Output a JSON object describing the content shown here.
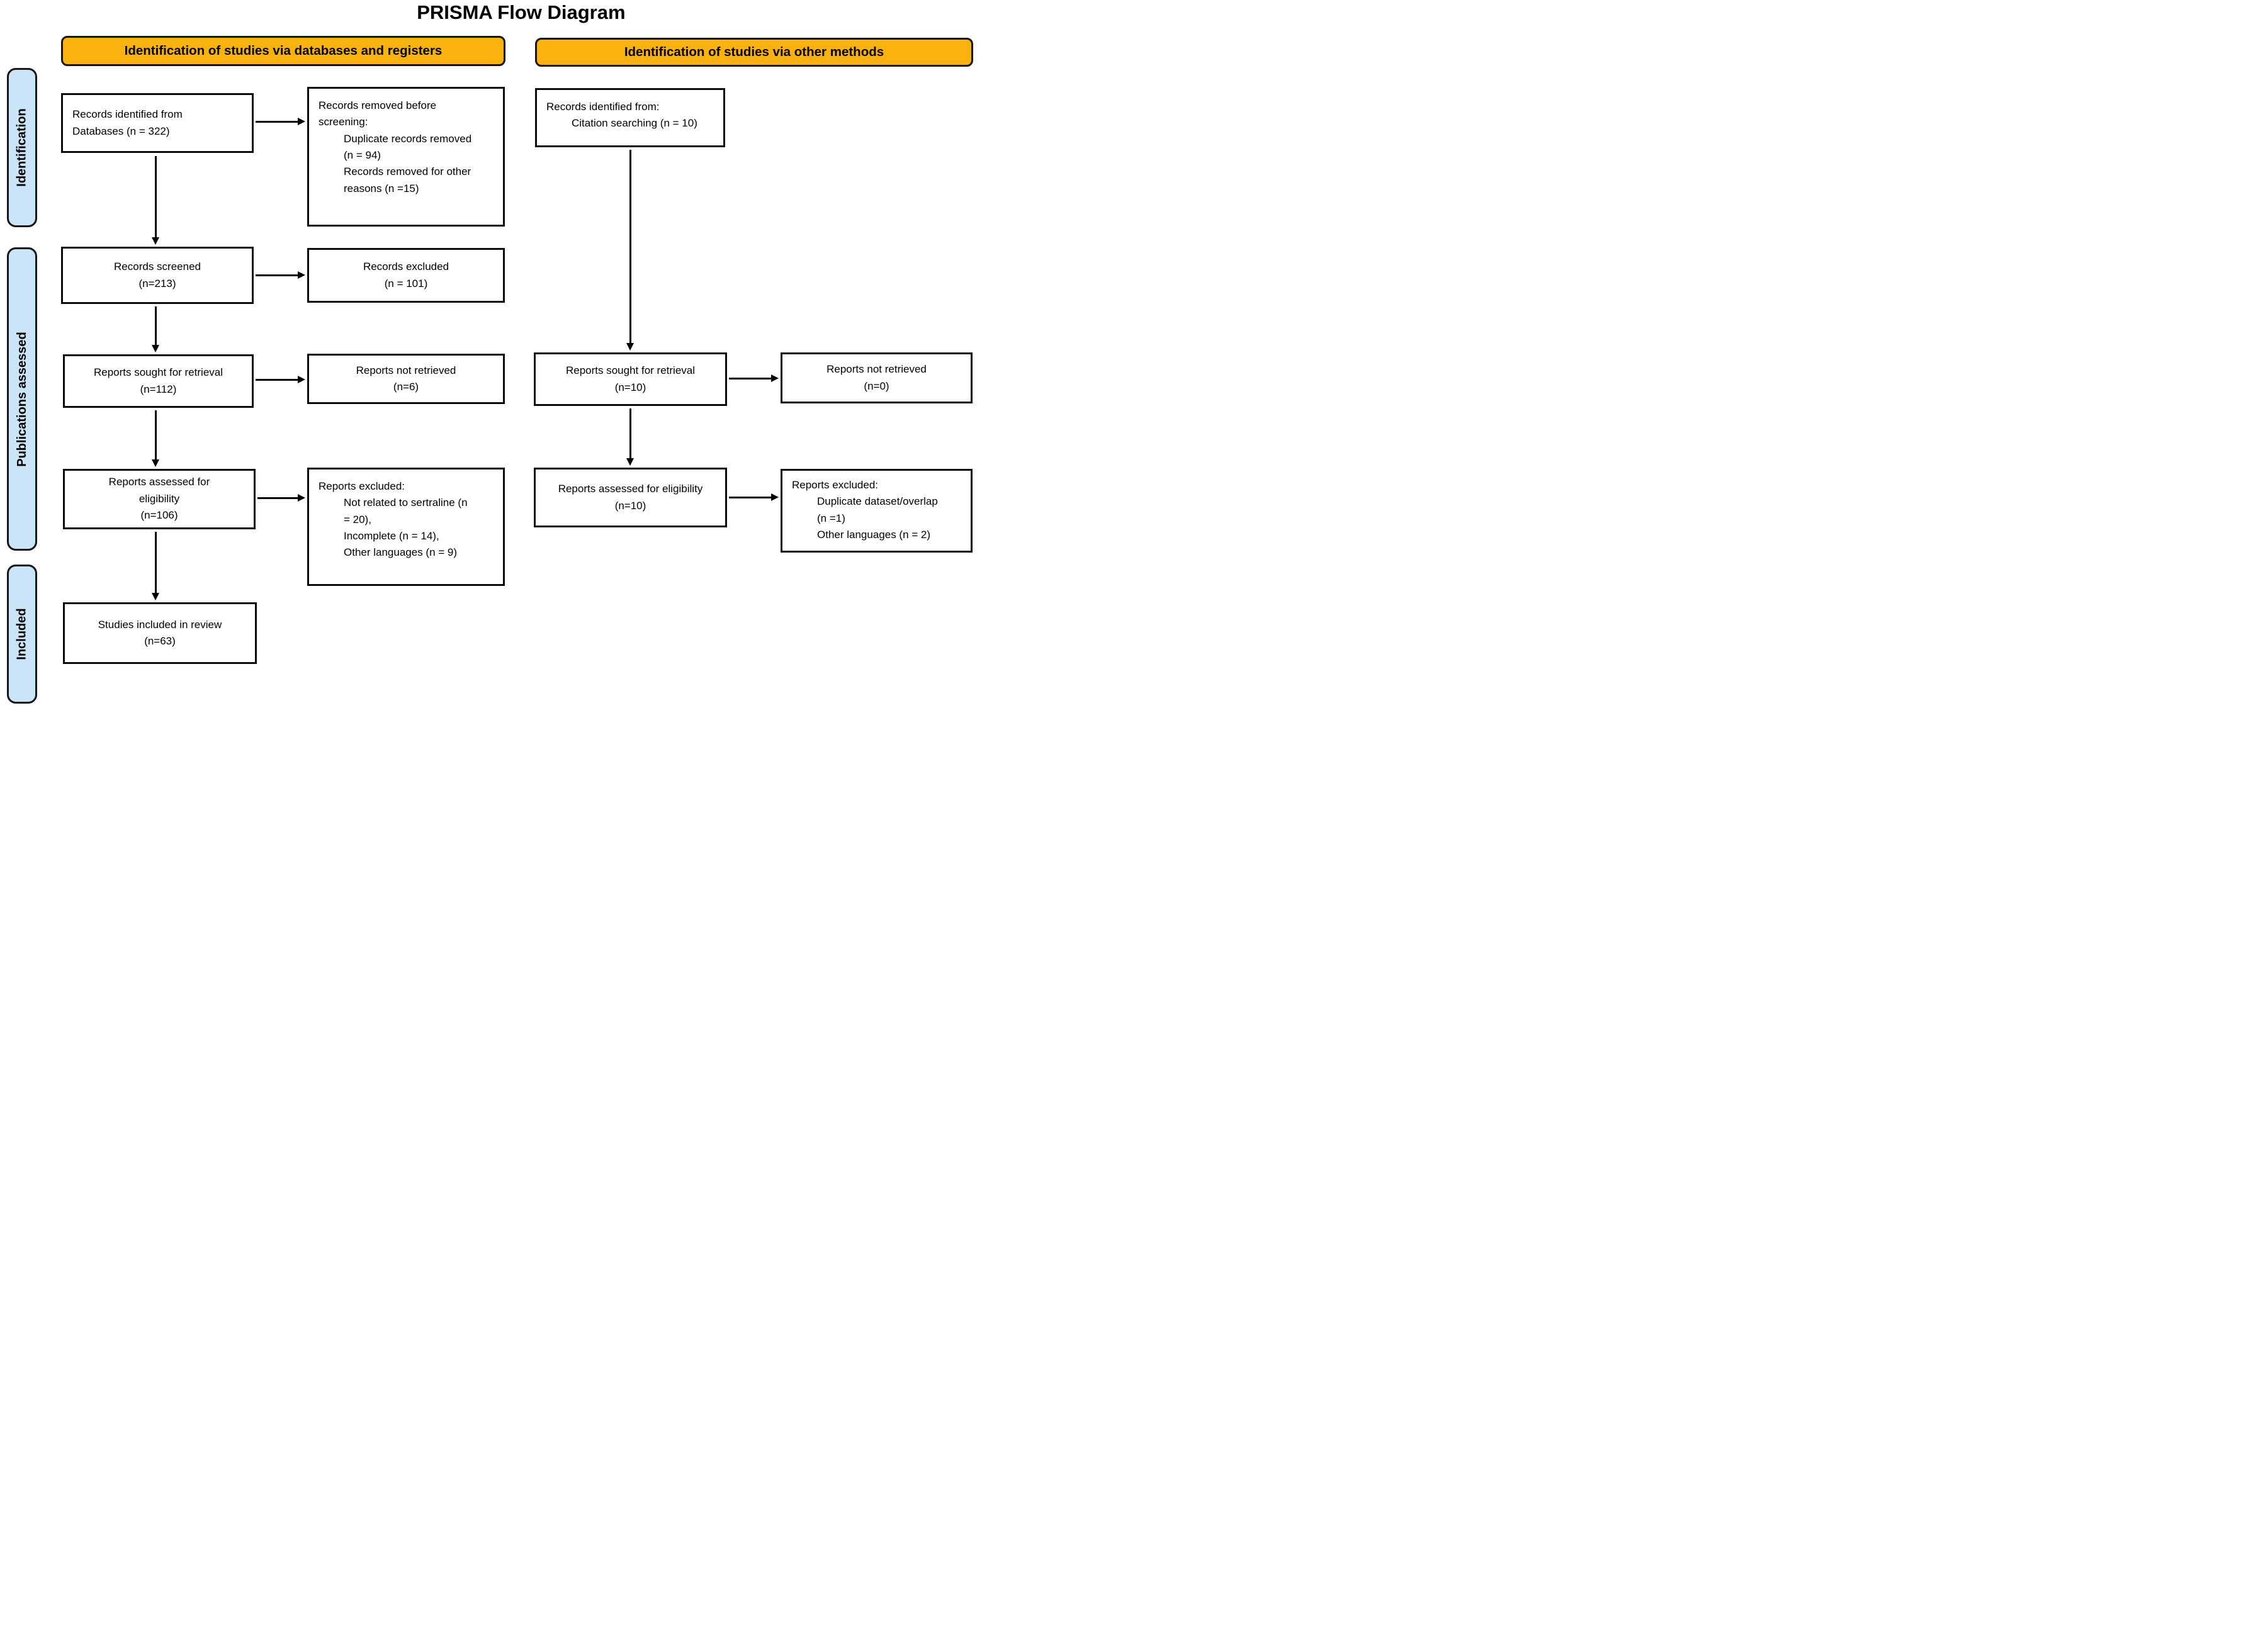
{
  "title": "PRISMA Flow Diagram",
  "colors": {
    "banner_bg": "#F9B10E",
    "side_label_bg": "#CBE5F8",
    "border": "#000000",
    "box_bg": "#FFFFFF"
  },
  "banners": {
    "databases": "Identification of studies via databases and registers",
    "other_methods": "Identification of studies via other methods"
  },
  "side_labels": {
    "identification": "Identification",
    "publications_assessed": "Publications assessed",
    "included": "Included"
  },
  "boxes": {
    "db_identified": {
      "lines": [
        "Records identified from",
        "Databases (n = 322)"
      ]
    },
    "records_removed": {
      "lines": [
        "Records removed before",
        "screening:",
        "Duplicate records removed",
        "(n = 94)",
        "Records removed for other",
        "reasons (n =15)"
      ]
    },
    "citation_identified": {
      "lines": [
        "Records identified from:",
        "Citation searching (n = 10)"
      ]
    },
    "records_screened": {
      "lines": [
        "Records screened",
        "(n=213)"
      ]
    },
    "records_excluded": {
      "lines": [
        "Records excluded",
        "(n = 101)"
      ]
    },
    "reports_sought_db": {
      "lines": [
        "Reports sought for retrieval",
        "(n=112)"
      ]
    },
    "reports_not_retrieved_db": {
      "lines": [
        "Reports not retrieved",
        "(n=6)"
      ]
    },
    "reports_sought_other": {
      "lines": [
        "Reports sought for retrieval",
        "(n=10)"
      ]
    },
    "reports_not_retrieved_other": {
      "lines": [
        "Reports not retrieved",
        "(n=0)"
      ]
    },
    "reports_assessed_db": {
      "lines": [
        "Reports assessed for",
        "eligibility",
        "(n=106)"
      ]
    },
    "reports_excluded_db": {
      "lines": [
        "Reports excluded:",
        "Not related to sertraline (n",
        "= 20),",
        "Incomplete (n = 14),",
        "Other languages (n = 9)"
      ]
    },
    "reports_assessed_other": {
      "lines": [
        "Reports assessed for eligibility",
        "(n=10)"
      ]
    },
    "reports_excluded_other": {
      "lines": [
        "Reports excluded:",
        "Duplicate dataset/overlap",
        "(n =1)",
        "Other languages (n = 2)"
      ]
    },
    "studies_included": {
      "lines": [
        "Studies included in review",
        "(n=63)"
      ]
    }
  }
}
